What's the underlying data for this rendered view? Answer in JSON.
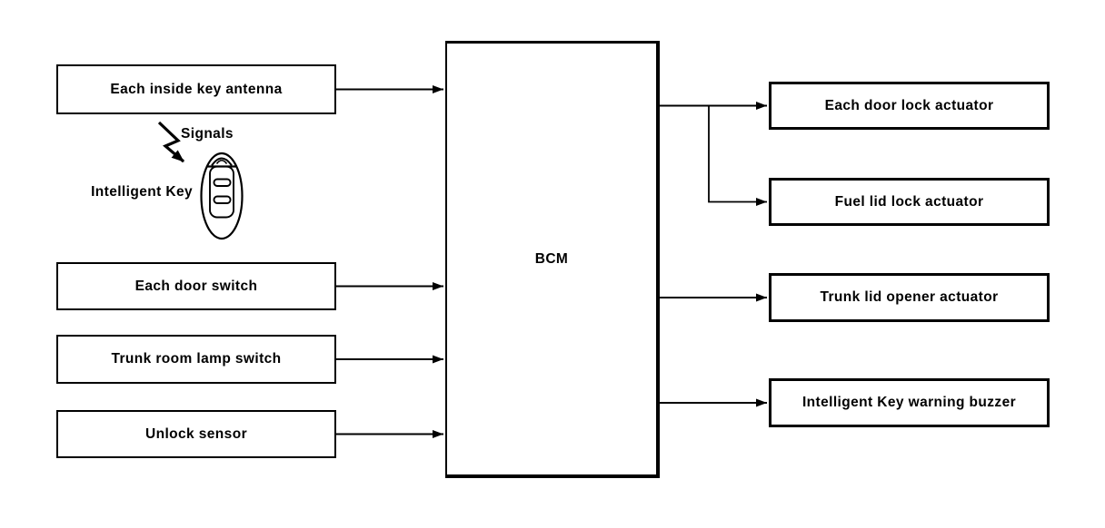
{
  "diagram": {
    "bcm": {
      "label": "BCM"
    },
    "inputs": [
      {
        "label": "Each inside key antenna"
      },
      {
        "label": "Each door switch"
      },
      {
        "label": "Trunk room lamp switch"
      },
      {
        "label": "Unlock sensor"
      }
    ],
    "outputs": [
      {
        "label": "Each door lock actuator"
      },
      {
        "label": "Fuel lid lock actuator"
      },
      {
        "label": "Trunk lid opener actuator"
      },
      {
        "label": "Intelligent Key warning buzzer"
      }
    ],
    "annotations": {
      "signals": "Signals",
      "intelligent_key": "Intelligent Key"
    },
    "icons": {
      "signal_bolt": "signal-bolt-icon",
      "key_fob": "intelligent-key-fob-icon"
    },
    "colors": {
      "line": "#000000",
      "background": "#ffffff",
      "box_fill": "#ffffff"
    }
  }
}
